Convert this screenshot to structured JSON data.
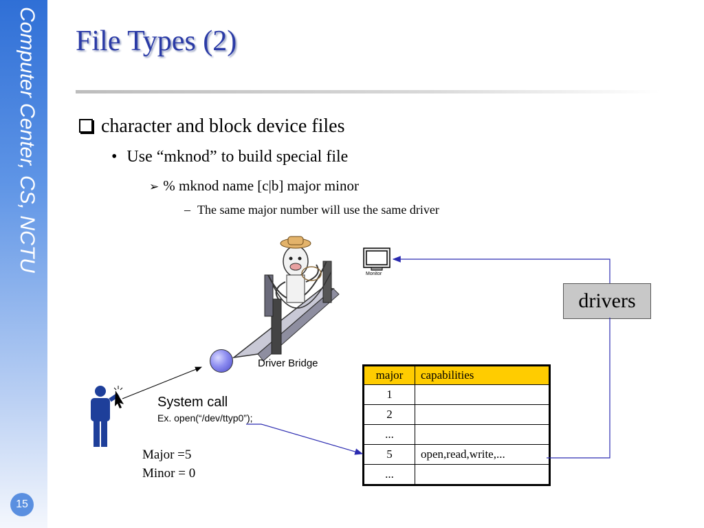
{
  "sidebar": {
    "text": "Computer Center, CS, NCTU",
    "page_number": "15"
  },
  "title": "File Types (2)",
  "bullets": {
    "level1": "character and block device files",
    "level2": "Use “mknod” to build special file",
    "level3": "% mknod name [c|b] major minor",
    "level4": "The same major number will use the same driver"
  },
  "diagram": {
    "monitor_label": "Monitor",
    "bridge_label": "Driver Bridge",
    "drivers_label": "drivers",
    "system_call": "System call",
    "system_call_example": "Ex. open(“/dev/ttyp0”);",
    "major_line": "Major =5",
    "minor_line": "Minor = 0"
  },
  "table": {
    "headers": [
      "major",
      "capabilities"
    ],
    "rows": [
      [
        "1",
        ""
      ],
      [
        "2",
        ""
      ],
      [
        "...",
        ""
      ],
      [
        "5",
        "open,read,write,..."
      ],
      [
        "...",
        ""
      ]
    ]
  },
  "colors": {
    "header_fill": "#ffcc00",
    "title": "#2a3aa6",
    "arrow": "#2b2bb0"
  }
}
